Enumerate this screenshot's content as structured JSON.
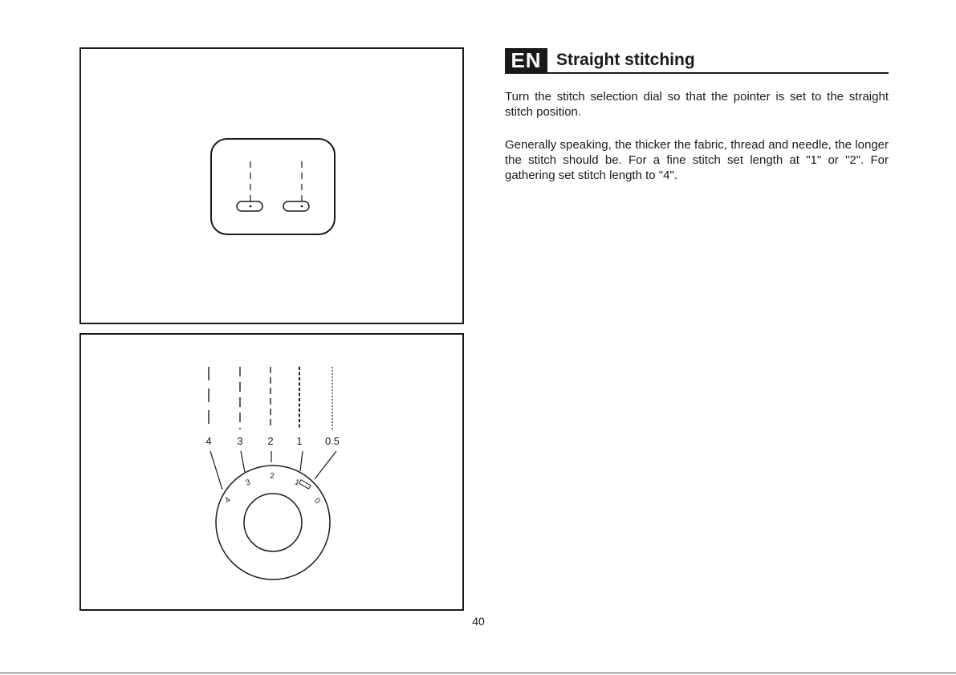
{
  "header": {
    "lang_badge": "EN",
    "title": "Straight stitching"
  },
  "body": {
    "paragraphs": [
      "Turn the stitch selection dial so that the pointer is set to the straight stitch position.",
      "Generally speaking, the thicker the fabric, thread and needle, the longer the stitch should be. For a fine stitch set length at \"1\" or \"2\". For gathering set stitch length to \"4\"."
    ]
  },
  "figure_bottom": {
    "length_labels": [
      "4",
      "3",
      "2",
      "1",
      "0.5"
    ],
    "dial_labels": [
      "4",
      "3",
      "2",
      "1",
      "0"
    ]
  },
  "footer": {
    "page_number": "40"
  }
}
